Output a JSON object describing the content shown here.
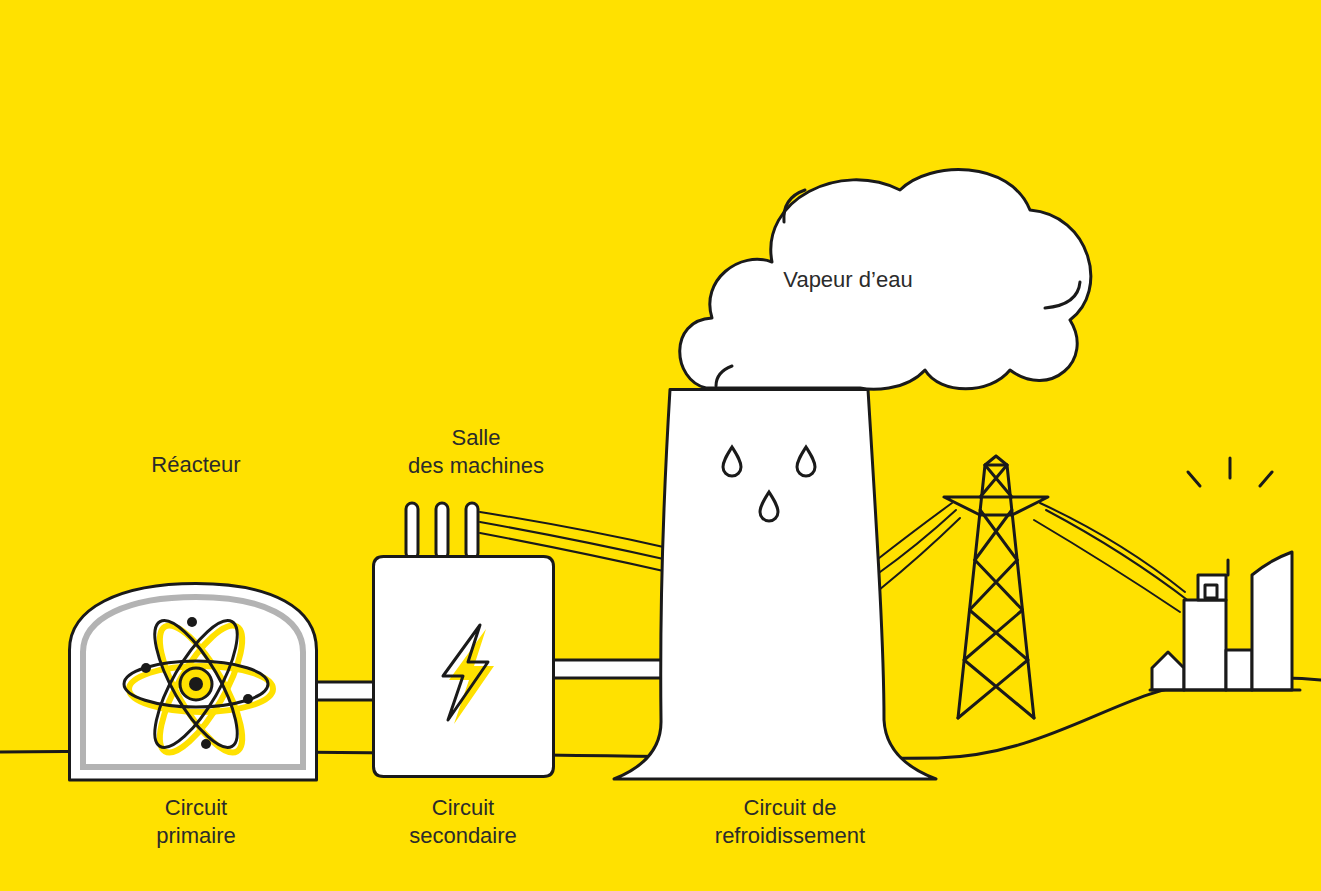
{
  "diagram": {
    "nodes": [
      {
        "text": [
          "Réacteur",
          "Circuit primaire"
        ]
      },
      {
        "text": [
          "Salle des machines",
          "Circuit secondaire"
        ]
      },
      {
        "text": [
          "Circuit de refroidissement"
        ]
      },
      {
        "text": [
          "Vapeur d’eau"
        ]
      }
    ],
    "edges": [
      {
        "from": 0,
        "to": 1,
        "arrow": "none"
      },
      {
        "from": 1,
        "to": 2,
        "arrow": "none"
      }
    ]
  }
}
